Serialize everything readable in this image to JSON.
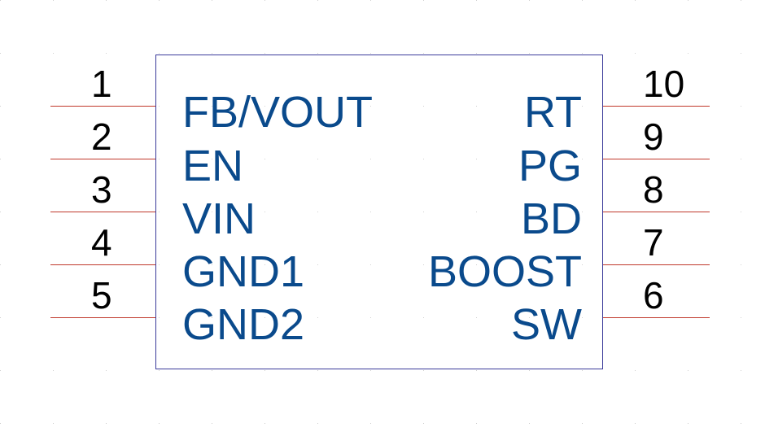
{
  "colors": {
    "body_outline": "#3a3a9a",
    "pin_line": "#c0392b",
    "pin_label": "#0a4a8c",
    "pin_number": "#000000",
    "grid_dot": "#d0d0d0"
  },
  "left_pins": [
    {
      "number": "1",
      "name": "FB/VOUT"
    },
    {
      "number": "2",
      "name": "EN"
    },
    {
      "number": "3",
      "name": "VIN"
    },
    {
      "number": "4",
      "name": "GND1"
    },
    {
      "number": "5",
      "name": "GND2"
    }
  ],
  "right_pins": [
    {
      "number": "10",
      "name": "RT"
    },
    {
      "number": "9",
      "name": "PG"
    },
    {
      "number": "8",
      "name": "BD"
    },
    {
      "number": "7",
      "name": "BOOST"
    },
    {
      "number": "6",
      "name": "SW"
    }
  ]
}
